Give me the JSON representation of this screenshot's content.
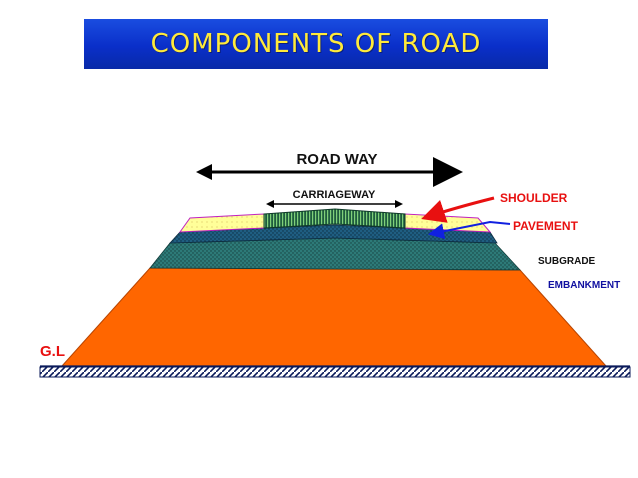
{
  "title": "COMPONENTS OF ROAD",
  "labels": {
    "roadway": "ROAD WAY",
    "carriageway": "CARRIAGEWAY",
    "shoulder": "SHOULDER",
    "pavement": "PAVEMENT",
    "subgrade": "SUBGRADE",
    "embankment": "EMBANKMENT",
    "ground_level": "G.L"
  },
  "colors": {
    "title_bg": "#0a2fc9",
    "title_text": "#ffea3a",
    "embankment": "#ff6600",
    "subgrade": "#2d7a78",
    "pavement": "#1f5e82",
    "shoulder": "#ffff99",
    "shoulder_label": "#e81010",
    "pavement_label": "#e81010",
    "embankment_label": "#1010a0",
    "ground_label": "#e81010"
  }
}
